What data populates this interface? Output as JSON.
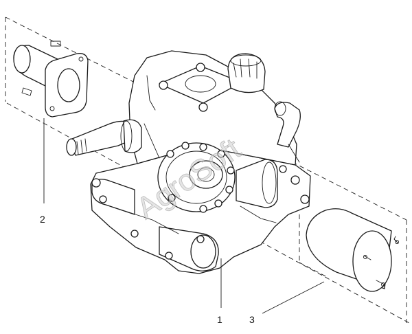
{
  "figure": {
    "watermark_text": "AgroSoft",
    "callouts": [
      {
        "id": "1",
        "label": "1"
      },
      {
        "id": "2",
        "label": "2"
      },
      {
        "id": "3",
        "label": "3"
      }
    ],
    "line_color": "#1a1a1a",
    "background": "#ffffff"
  }
}
